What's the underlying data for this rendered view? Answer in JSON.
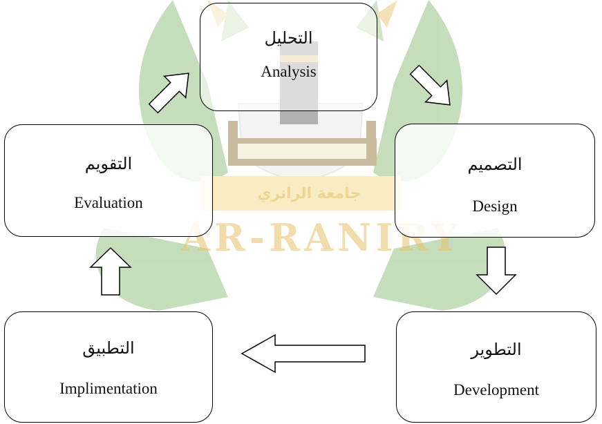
{
  "diagram": {
    "steps": [
      {
        "id": "analysis",
        "arabic": "التحليل",
        "english": "Analysis"
      },
      {
        "id": "design",
        "arabic": "التصميم",
        "english": "Design"
      },
      {
        "id": "development",
        "arabic": "التطوير",
        "english": "Development"
      },
      {
        "id": "implementation",
        "arabic": "التطبيق",
        "english": "Implimentation"
      },
      {
        "id": "evaluation",
        "arabic": "التقويم",
        "english": "Evaluation"
      }
    ],
    "flow": [
      "evaluation->analysis",
      "analysis->design",
      "design->development",
      "development->implementation",
      "implementation->evaluation"
    ]
  },
  "watermark": {
    "latin": "AR-RANIRY",
    "arabic": "جامعة الرانري",
    "colors": {
      "green": "#7fb56a",
      "gold": "#e8c060"
    }
  }
}
